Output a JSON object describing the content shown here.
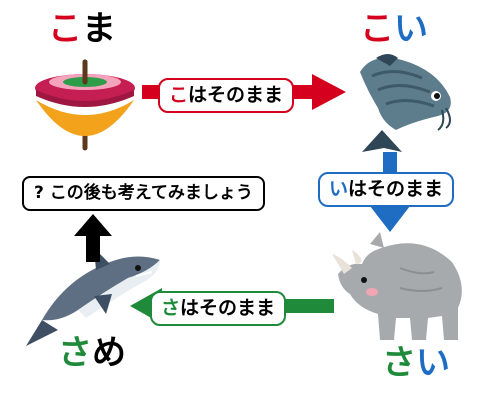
{
  "nodes": {
    "koma": {
      "first": "こ",
      "rest": "ま"
    },
    "koi": {
      "first": "こ",
      "rest": "い"
    },
    "sai": {
      "first": "さ",
      "rest": "い"
    },
    "same": {
      "first": "さ",
      "rest": "め"
    }
  },
  "edges": {
    "ko": {
      "kana": "こ",
      "text": "はそのまま"
    },
    "i": {
      "kana": "い",
      "text": "はそのまま"
    },
    "sa": {
      "kana": "さ",
      "text": "はそのまま"
    }
  },
  "prompt": {
    "text": "?  この後も考えてみましょう"
  },
  "colors": {
    "red": "#d4001d",
    "blue": "#1f6cc3",
    "green": "#1e8a3a",
    "black": "#000000"
  },
  "icons": [
    "spinning-top-icon",
    "carp-icon",
    "rhino-icon",
    "shark-icon"
  ]
}
